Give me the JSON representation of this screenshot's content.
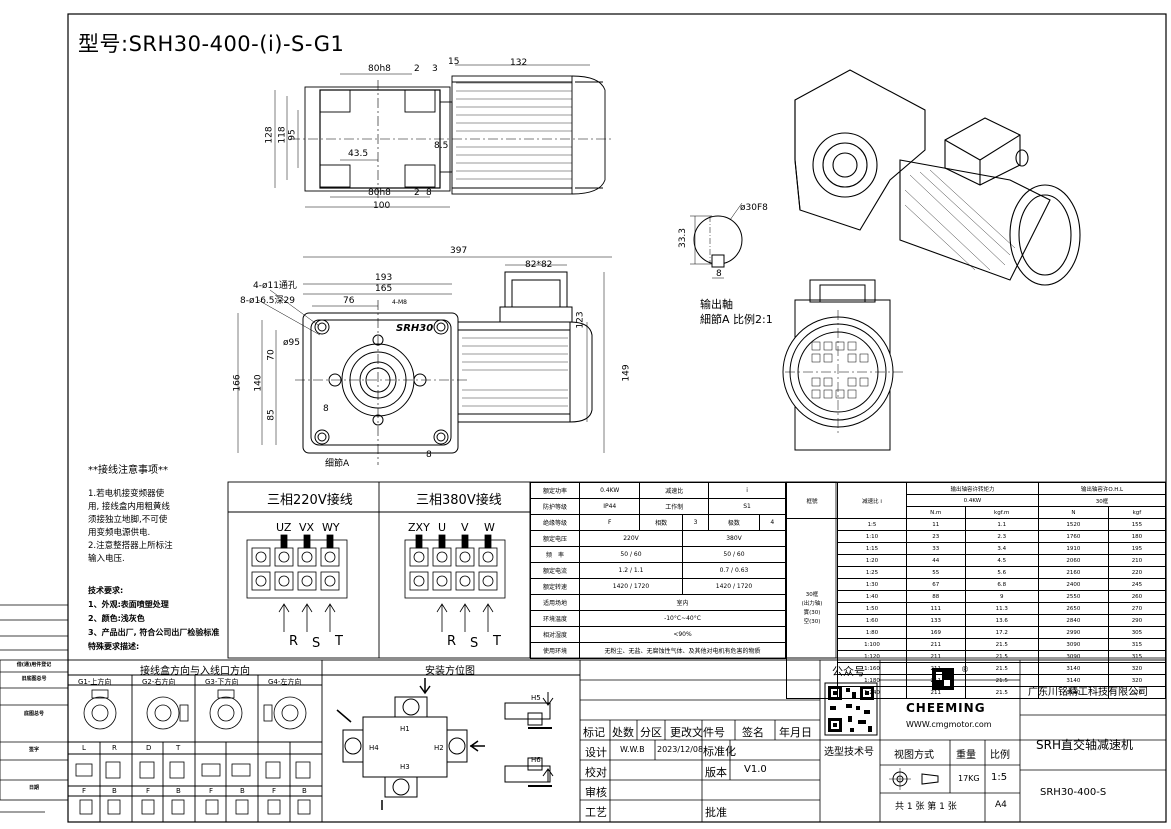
{
  "title": "型号:SRH30-400-(i)-S-G1",
  "dims_top": {
    "d80h8_top": "80h8",
    "d2": "2",
    "d3": "3",
    "d15": "15",
    "d132": "132",
    "d128": "128",
    "d118": "118",
    "d95": "95",
    "d43_5": "43.5",
    "d8_5": "8.5",
    "d80h8_bot": "80h8",
    "d2b": "2",
    "d8b": "8",
    "d100": "100"
  },
  "dims_front": {
    "d397": "397",
    "d193": "193",
    "d165": "165",
    "d76": "76",
    "m8": "4-M8",
    "holes11": "4-ø11通孔",
    "cbore": "8-ø16.5深29",
    "phi95": "ø95",
    "d70": "70",
    "d140": "140",
    "d166": "166",
    "d85": "85",
    "d8": "8",
    "d82": "82*82",
    "d123": "123",
    "d149": "149",
    "d8r": "8",
    "brand": "SRH30",
    "detail": "细節A"
  },
  "shaft": {
    "phi": "ø30F8",
    "d33": "33.3",
    "d8": "8",
    "label1": "输出軸",
    "label2": "細節A 比例2:1"
  },
  "wiring": {
    "notes_title": "**接线注意事项**",
    "notes": [
      "1.若电机接变频器使",
      "用, 接线盒内用粗黄线",
      "须接独立地脚,不可使",
      "用变频电源供电.",
      "2.注意整搭器上所标注",
      "输入电压."
    ],
    "tech": [
      "技术要求:",
      "1、外观:表面喷塑处理",
      "2、颜色:浅灰色",
      "3、产品出厂, 符合公司出厂检验标准",
      "特殊要求描述:"
    ],
    "h220": "三相220V接线",
    "h380": "三相380V接线",
    "t220": [
      "UZ",
      "VX",
      "WY"
    ],
    "t380": [
      "ZXY",
      "U",
      "V",
      "W"
    ],
    "rst": [
      "R",
      "S",
      "T"
    ]
  },
  "specs": [
    [
      "额定功率",
      "0.4KW",
      "减速比",
      "i"
    ],
    [
      "防护等级",
      "IP44",
      "工作制",
      "S1"
    ],
    [
      "绝缘等级",
      "F",
      "相数",
      "3",
      "极数",
      "4"
    ],
    [
      "额定电压",
      "220V",
      "380V"
    ],
    [
      "频　率",
      "50 / 60",
      "50 / 60"
    ],
    [
      "额定电流",
      "1.2 / 1.1",
      "0.7 / 0.63"
    ],
    [
      "额定转速",
      "1420 / 1720",
      "1420 / 1720"
    ],
    [
      "适用场地",
      "室内"
    ],
    [
      "环境温度",
      "-10°C~40°C"
    ],
    [
      "相对湿度",
      "<90%"
    ],
    [
      "使用环境",
      "无粉尘、无盐、无腐蚀性气体、及其他对电机有危害的物质"
    ]
  ],
  "torque": {
    "h_frame": "框號",
    "h_ratio": "减速比 i",
    "h_torque": "输出轴容许转矩力",
    "h_kw": "0.4KW",
    "h_ohl": "输出轴容许O.H.L",
    "h_30": "30框",
    "units": [
      "N.m",
      "kgf.m",
      "N",
      "kgf"
    ],
    "frame_note": [
      "30框",
      "(出力轴)",
      "實(30)",
      "空(30)"
    ],
    "rows": [
      [
        "1:5",
        "11",
        "1.1",
        "1520",
        "155"
      ],
      [
        "1:10",
        "23",
        "2.3",
        "1760",
        "180"
      ],
      [
        "1:15",
        "33",
        "3.4",
        "1910",
        "195"
      ],
      [
        "1:20",
        "44",
        "4.5",
        "2060",
        "210"
      ],
      [
        "1:25",
        "55",
        "5.6",
        "2160",
        "220"
      ],
      [
        "1:30",
        "67",
        "6.8",
        "2400",
        "245"
      ],
      [
        "1:40",
        "88",
        "9",
        "2550",
        "260"
      ],
      [
        "1:50",
        "111",
        "11.3",
        "2650",
        "270"
      ],
      [
        "1:60",
        "133",
        "13.6",
        "2840",
        "290"
      ],
      [
        "1:80",
        "169",
        "17.2",
        "2990",
        "305"
      ],
      [
        "1:100",
        "211",
        "21.5",
        "3090",
        "315"
      ],
      [
        "1:120",
        "211",
        "21.5",
        "3090",
        "315"
      ],
      [
        "1:160",
        "211",
        "21.5",
        "3140",
        "320"
      ],
      [
        "1:180",
        "211",
        "21.5",
        "3140",
        "320"
      ],
      [
        "1:240",
        "211",
        "21.5",
        "3140",
        "320"
      ]
    ]
  },
  "left_labels": [
    "借(通)用件登记",
    "旧底图总号",
    "底图总号",
    "签字",
    "日期"
  ],
  "direction": {
    "title": "接线盒方向与入线口方向",
    "cols": [
      "G1-上方向",
      "G2-右方向",
      "G3-下方向",
      "G4-左方向"
    ],
    "row1": [
      "L",
      "R",
      "D",
      "T",
      "",
      "",
      "",
      ""
    ],
    "row2": [
      "F",
      "B",
      "F",
      "B",
      "F",
      "B",
      "F",
      "B"
    ]
  },
  "install": {
    "title": "安装方位图",
    "labels": [
      "H1",
      "H2",
      "H3",
      "H4",
      "H5",
      "H6"
    ]
  },
  "titleblock": {
    "public": "公众号",
    "company": "广东川铭精工科技有限公司",
    "logo": "CHEEMING",
    "website": "WWW.cmgmotor.com",
    "product": "SRH直交轴减速机",
    "model": "SRH30-400-S",
    "hdr": [
      "标记",
      "处数",
      "分区",
      "更改文件号",
      "签名",
      "年月日"
    ],
    "design": "设计",
    "designer": "W.W.B",
    "date": "2023/12/08",
    "std": "标准化",
    "check": "校对",
    "version_lbl": "版本",
    "version": "V1.0",
    "review": "审核",
    "craft": "工艺",
    "approve": "批准",
    "tech_no": "选型技术号",
    "view": "视图方式",
    "weight_lbl": "重量",
    "scale_lbl": "比例",
    "weight": "17KG",
    "scale": "1:5",
    "sheets": "共 1 张 第 1 张",
    "paper": "A4"
  }
}
